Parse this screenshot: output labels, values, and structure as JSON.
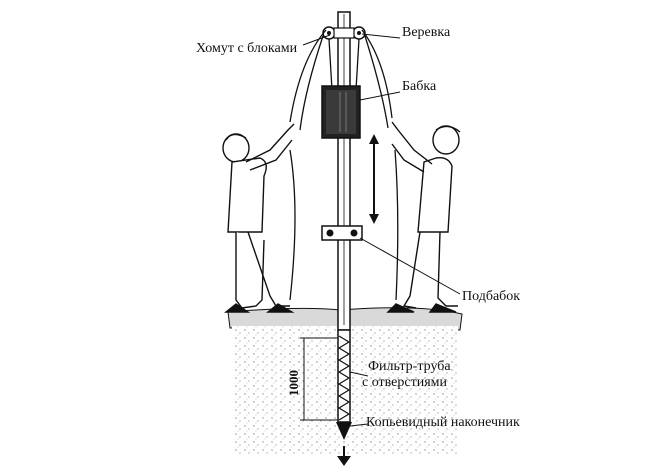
{
  "labels": {
    "clamp_with_pulleys": "Хомут с блоками",
    "rope": "Веревка",
    "driving_weight": "Бабка",
    "anvil_clamp": "Подбабок",
    "filter_pipe_line1": "Фильтр-труба",
    "filter_pipe_line2": "с отверстиями",
    "spear_tip": "Копьевидный наконечник",
    "depth_dimension": "1000"
  },
  "colors": {
    "ink": "#111111",
    "paper": "#ffffff",
    "soil": "#8a8a8a"
  },
  "icons": {
    "up_down_arrow": "double-headed-vertical-arrow",
    "down_arrow": "down-arrow"
  }
}
